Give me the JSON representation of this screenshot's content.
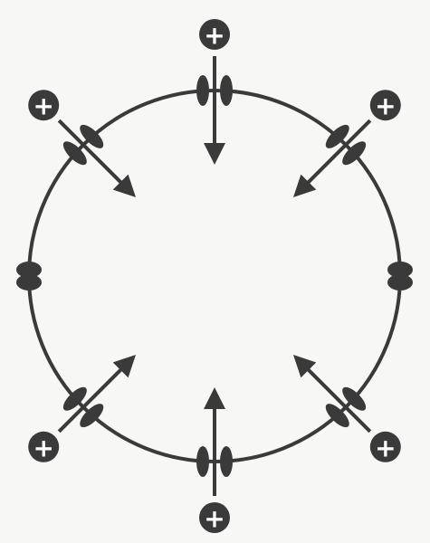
{
  "colors": {
    "background": "#f7f7f5",
    "ink": "#3a3a3a",
    "ion_text": "#ffffff"
  },
  "ion_label": "+",
  "cell": {
    "shape": "circle",
    "channel_count": 8,
    "closed_channels": [
      "left",
      "right"
    ],
    "open_channels": [
      "top",
      "top-right",
      "bottom-right",
      "bottom",
      "bottom-left",
      "top-left"
    ]
  },
  "ions": [
    {
      "id": "ion-top",
      "label": "+",
      "flow": "inward"
    },
    {
      "id": "ion-top-right",
      "label": "+",
      "flow": "inward"
    },
    {
      "id": "ion-bottom-right",
      "label": "+",
      "flow": "inward"
    },
    {
      "id": "ion-bottom",
      "label": "+",
      "flow": "inward"
    },
    {
      "id": "ion-bottom-left",
      "label": "+",
      "flow": "inward"
    },
    {
      "id": "ion-top-left",
      "label": "+",
      "flow": "inward"
    }
  ]
}
